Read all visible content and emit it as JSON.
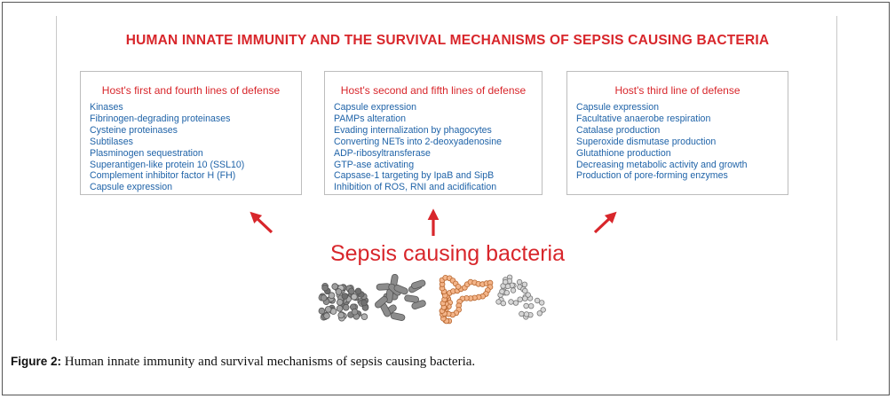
{
  "title": "HUMAN INNATE IMMUNITY AND THE SURVIVAL MECHANISMS OF SEPSIS CAUSING BACTERIA",
  "boxes": [
    {
      "title": "Host's first and fourth lines of defense",
      "items": [
        "Kinases",
        "Fibrinogen-degrading proteinases",
        "Cysteine proteinases",
        "Subtilases",
        "Plasminogen sequestration",
        "Superantigen-like protein 10 (SSL10)",
        "Complement inhibitor factor H (FH)",
        "Capsule expression"
      ]
    },
    {
      "title": "Host's second and fifth lines of defense",
      "items": [
        "Capsule expression",
        "PAMPs alteration",
        "Evading internalization by phagocytes",
        "Converting NETs into 2-deoxyadenosine",
        "ADP-ribosyltransferase",
        "GTP-ase activating",
        "Capsase-1 targeting by IpaB and SipB",
        "Inhibition of ROS, RNI and acidification"
      ]
    },
    {
      "title": "Host's third line of defense",
      "items": [
        "Capsule expression",
        "Facultative anaerobe respiration",
        "Catalase production",
        "Superoxide dismutase production",
        "Glutathione production",
        "Decreasing metabolic activity and growth",
        "Production of pore-forming enzymes"
      ]
    }
  ],
  "center_label": "Sepsis causing bacteria",
  "caption": {
    "label": "Figure 2:",
    "text": " Human innate immunity and survival mechanisms of sepsis causing bacteria."
  },
  "colors": {
    "accent_red": "#d8262b",
    "item_blue": "#1f63a8",
    "box_border": "#bdbdbd"
  },
  "icons": [
    "up-left-arrow-icon",
    "up-arrow-icon",
    "up-right-arrow-icon",
    "bacteria-cluster-icon",
    "rod-bacteria-icon",
    "chain-bacteria-icon",
    "diplococci-icon"
  ]
}
